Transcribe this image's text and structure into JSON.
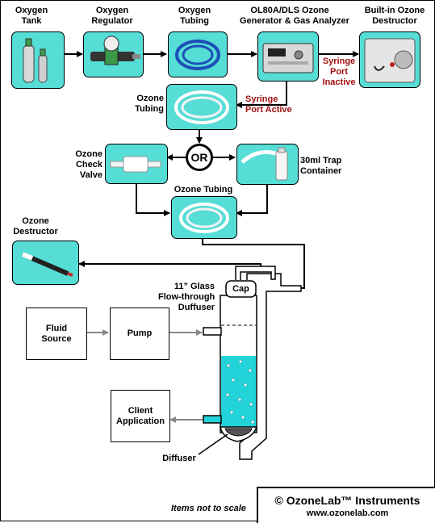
{
  "labels": {
    "oxygen_tank": [
      "Oxygen",
      "Tank"
    ],
    "oxygen_regulator": [
      "Oxygen",
      "Regulator"
    ],
    "oxygen_tubing": [
      "Oxygen",
      "Tubing"
    ],
    "generator": [
      "OL80A/DLS Ozone",
      "Generator & Gas Analyzer"
    ],
    "builtin_destructor": [
      "Built-in Ozone",
      "Destructor"
    ],
    "syringe_inactive": [
      "Syringe",
      "Port",
      "Inactive"
    ],
    "ozone_tubing_1": [
      "Ozone",
      "Tubing"
    ],
    "syringe_active": [
      "Syringe",
      "Port Active"
    ],
    "or": "OR",
    "check_valve": [
      "Ozone",
      "Check",
      "Valve"
    ],
    "trap_container": [
      "30ml Trap",
      "Container"
    ],
    "ozone_tubing_2": "Ozone Tubing",
    "ozone_destructor": [
      "Ozone",
      "Destructor"
    ],
    "glass_diffuser": [
      "11” Glass",
      "Flow-through",
      "Duffuser"
    ],
    "cap": "Cap",
    "fluid_source": [
      "Fluid",
      "Source"
    ],
    "pump": "Pump",
    "client_application": [
      "Client",
      "Application"
    ],
    "diffuser": "Diffuser",
    "scale_note": "Items not to scale",
    "credit_title": "© OzoneLab™ Instruments",
    "credit_url": "www.ozonelab.com"
  },
  "colors": {
    "photo_background": "#55ddd6",
    "accent_red": "#a01010",
    "fluid": "#22d3d9",
    "feed_arrow": "#888888"
  },
  "icons": {
    "oxygen_tank": "oxygen-tank-icon",
    "oxygen_regulator": "oxygen-regulator-icon",
    "oxygen_tubing": "oxygen-tubing-icon",
    "generator": "ozone-generator-icon",
    "builtin_destructor": "builtin-destructor-icon",
    "ozone_tubing": "ozone-tubing-icon",
    "check_valve": "check-valve-icon",
    "trap_container": "trap-container-icon",
    "ozone_destructor": "ozone-destructor-icon"
  }
}
